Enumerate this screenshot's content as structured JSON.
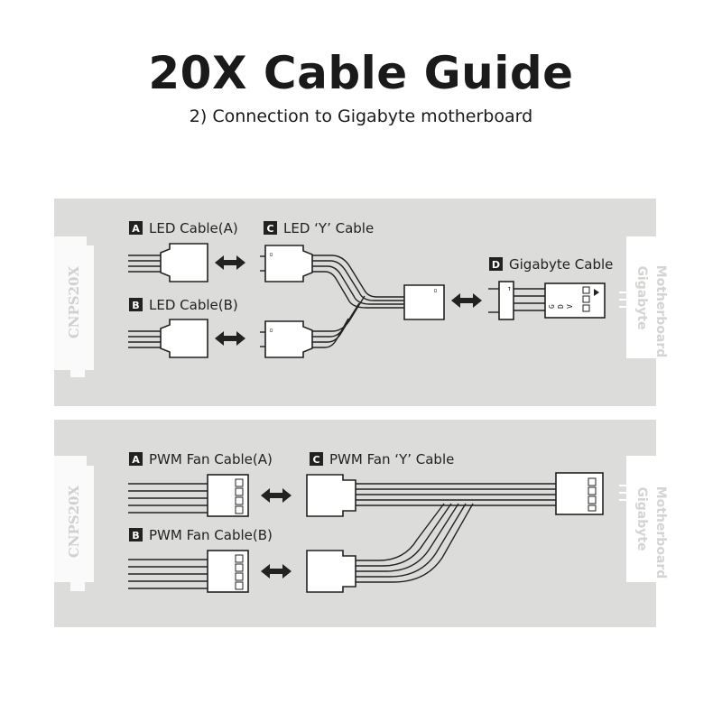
{
  "title": "20X Cable Guide",
  "subtitle": "2) Connection to Gigabyte motherboard",
  "colors": {
    "panel": "#dcdcda",
    "label_badge": "#222222",
    "text": "#1a1a1a"
  },
  "led_panel": {
    "controller": "CNPS20X",
    "motherboard": [
      "Gigabyte",
      "Motherboard"
    ],
    "labels": [
      {
        "badge": "A",
        "text": "LED Cable(A)"
      },
      {
        "badge": "B",
        "text": "LED Cable(B)"
      },
      {
        "badge": "C",
        "text": "LED ‘Y’ Cable"
      },
      {
        "badge": "D",
        "text": "Gigabyte Cable"
      }
    ],
    "pins": [
      "G",
      "D",
      "V"
    ]
  },
  "pwm_panel": {
    "controller": "CNPS20X",
    "motherboard": [
      "Gigabyte",
      "Motherboard"
    ],
    "labels": [
      {
        "badge": "A",
        "text": "PWM Fan Cable(A)"
      },
      {
        "badge": "B",
        "text": "PWM Fan Cable(B)"
      },
      {
        "badge": "C",
        "text": "PWM Fan ‘Y’ Cable"
      }
    ]
  }
}
